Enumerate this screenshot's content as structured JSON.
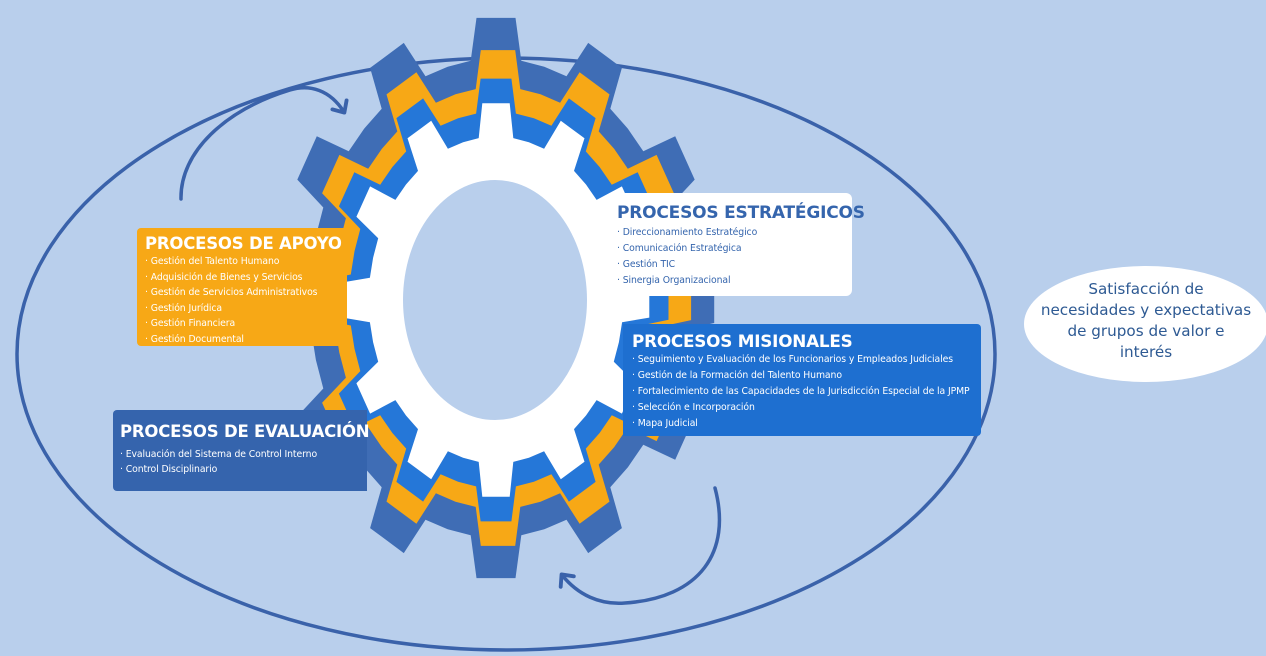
{
  "diagram": {
    "colors": {
      "background": "#b9cfec",
      "ellipse_stroke": "#3a62aa",
      "gear_outer": "#3f6db5",
      "gear_orange": "#f7a816",
      "gear_blue": "#2577d8",
      "gear_white": "#ffffff",
      "gear_center": "#b9cfec",
      "arrow": "#3a62aa",
      "satisfaction_fill": "#ffffff"
    },
    "icons": [
      "circular-arrow-icon",
      "gear-icon"
    ]
  },
  "estrategicos": {
    "title": "PROCESOS ESTRATÉGICOS",
    "items": [
      "Direccionamiento Estratégico",
      "Comunicación Estratégica",
      "Gestión TIC",
      "Sinergia Organizacional"
    ]
  },
  "apoyo": {
    "title": "PROCESOS DE APOYO",
    "items": [
      "Gestión del Talento Humano",
      "Adquisición de Bienes y Servicios",
      "Gestión de Servicios Administrativos",
      "Gestión Jurídica",
      "Gestión Financiera",
      "Gestión Documental"
    ]
  },
  "misionales": {
    "title": "PROCESOS MISIONALES",
    "items": [
      "Seguimiento y Evaluación de los Funcionarios y Empleados Judiciales",
      "Gestión de la Formación del Talento Humano",
      "Fortalecimiento de las Capacidades de la Jurisdicción Especial de la JPMP",
      "Selección e Incorporación",
      "Mapa Judicial"
    ]
  },
  "evaluacion": {
    "title": "PROCESOS DE EVALUACIÓN",
    "items": [
      "Evaluación del Sistema de Control Interno",
      "Control Disciplinario"
    ]
  },
  "satisfaccion": {
    "text": "Satisfacción de\nnecesidades y expectativas\nde grupos de valor e\ninterés"
  }
}
